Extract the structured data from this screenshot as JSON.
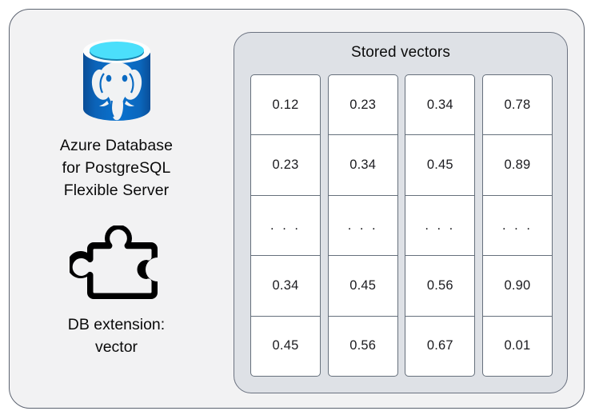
{
  "diagram": {
    "title": "Azure Database for PostgreSQL Flexible Server with vector extension storing vectors",
    "colors": {
      "frame_background": "#f2f2f3",
      "frame_border": "#5c6370",
      "panel_background": "#dee1e6",
      "panel_border": "#6b7280",
      "cell_background": "#ffffff",
      "cell_border": "#66707c",
      "db_icon_blue": "#0b6cc4",
      "db_icon_blue_dark": "#0a5ca8",
      "db_icon_cyan": "#4bdffb",
      "db_icon_elephant": "#f1f2f3",
      "puzzle_black": "#000000",
      "text": "#0a0a0a"
    },
    "left": {
      "db_icon_name": "azure-postgresql-database-icon",
      "db_caption_lines": [
        "Azure Database",
        "for PostgreSQL",
        "Flexible Server"
      ],
      "extension_icon_name": "puzzle-piece-icon",
      "extension_caption_lines": [
        "DB extension:",
        "vector"
      ]
    },
    "right": {
      "panel_title": "Stored vectors",
      "columns": [
        {
          "label": "vector-column-1",
          "cells": [
            "0.12",
            "0.23",
            ". . .",
            "0.34",
            "0.45"
          ]
        },
        {
          "label": "vector-column-2",
          "cells": [
            "0.23",
            "0.34",
            ". . .",
            "0.45",
            "0.56"
          ]
        },
        {
          "label": "vector-column-3",
          "cells": [
            "0.34",
            "0.45",
            ". . .",
            "0.56",
            "0.67"
          ]
        },
        {
          "label": "vector-column-4",
          "cells": [
            "0.78",
            "0.89",
            ". . .",
            "0.90",
            "0.01"
          ]
        }
      ]
    }
  }
}
